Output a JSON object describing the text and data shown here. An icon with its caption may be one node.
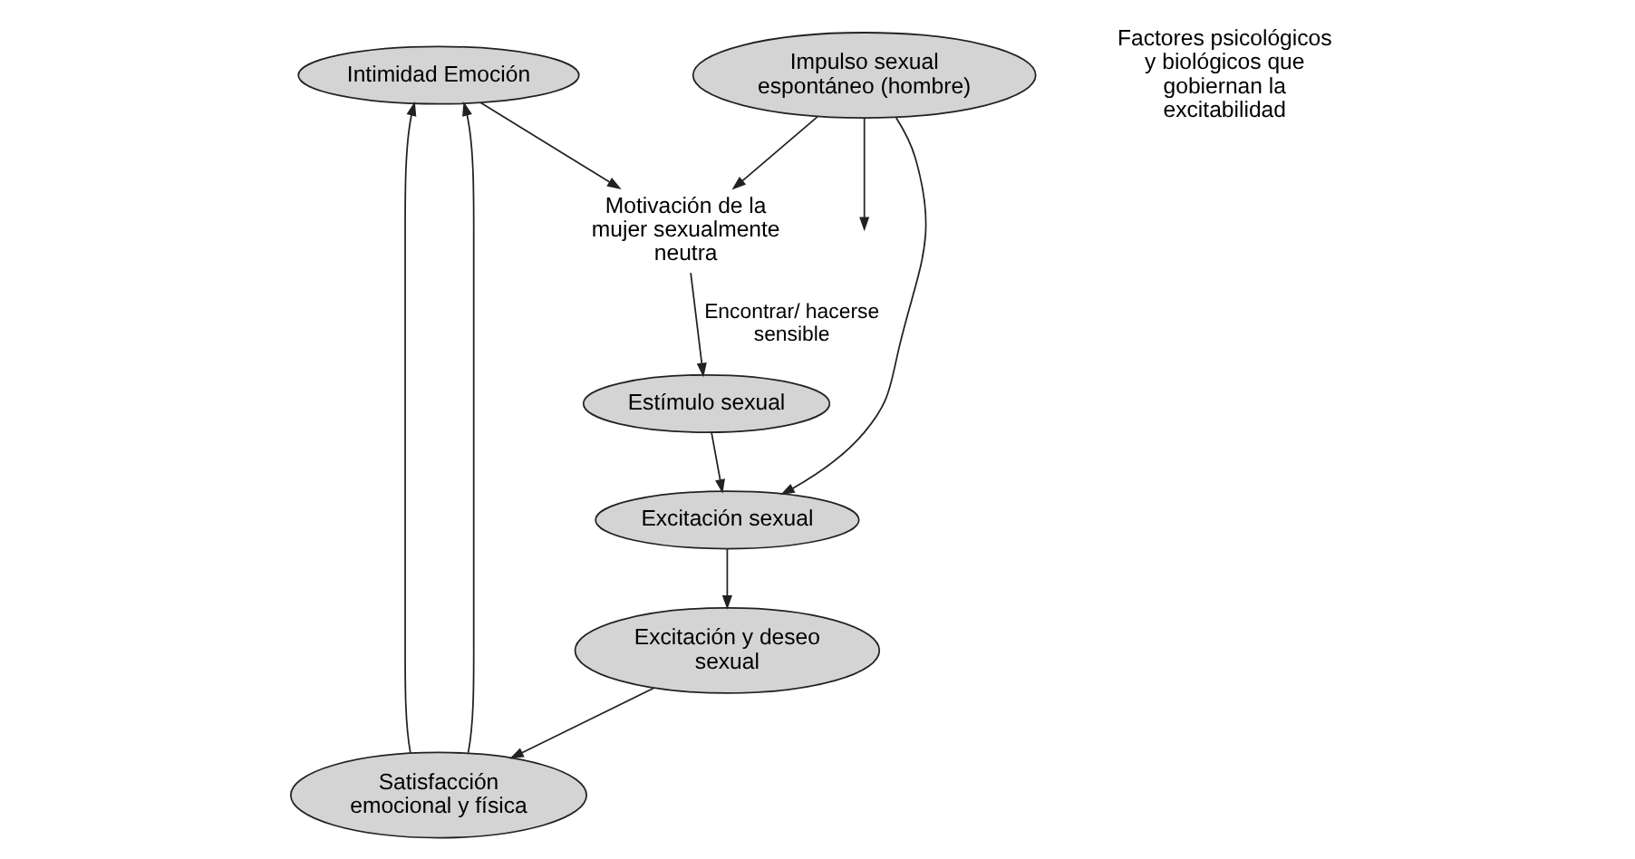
{
  "diagram": {
    "nodes": [
      {
        "text": [
          "Intimidad Emoción"
        ]
      },
      {
        "text": [
          "Motivación de la mujer sexualmente neutra"
        ]
      },
      {
        "text": [
          "Satisfacción emocional y física"
        ]
      },
      {
        "text": [
          "Impulso sexual espontáneo (hombre)"
        ]
      },
      {
        "text": [
          "Estímulo sexual"
        ]
      },
      {
        "text": [
          "Excitación y deseo sexual"
        ]
      },
      {
        "text": [
          "Excitación sexual"
        ]
      }
    ],
    "edges": [
      {
        "from": 2,
        "to": 0,
        "arrow": "to"
      },
      {
        "from": 2,
        "to": 0,
        "arrow": "to"
      },
      {
        "from": 0,
        "to": 1,
        "arrow": "to"
      },
      {
        "from": 3,
        "to": 1,
        "arrow": "to"
      },
      {
        "from": 1,
        "to": 4,
        "arrow": "to",
        "label": "Encontrar/ hacerse sensible"
      },
      {
        "from": 3,
        "to": null,
        "arrow": "to"
      },
      {
        "from": 3,
        "to": 6,
        "arrow": "to"
      },
      {
        "from": 4,
        "to": 6,
        "arrow": "to"
      },
      {
        "from": 6,
        "to": 5,
        "arrow": "to"
      },
      {
        "from": 5,
        "to": 2,
        "arrow": "to"
      }
    ],
    "labels": [
      "Factores psicológicos y biológicos que gobiernan la excitabilidad"
    ]
  }
}
